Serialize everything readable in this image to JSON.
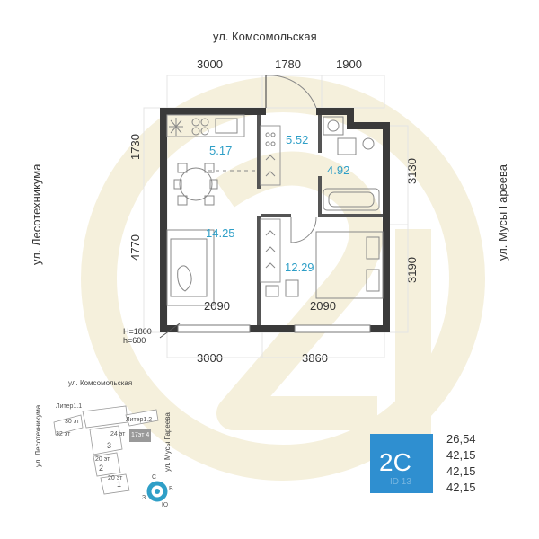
{
  "streets": {
    "top": "ул. Комсомольская",
    "left": "ул. Лесотехникума",
    "right": "ул. Мусы Гареева"
  },
  "dimensions": {
    "top": [
      "3000",
      "1780",
      "1900"
    ],
    "bottom": [
      "3000",
      "3860"
    ],
    "left": [
      "1730",
      "4770"
    ],
    "right": [
      "3130",
      "3190"
    ],
    "inner_bottom": [
      "2090",
      "2090"
    ]
  },
  "rooms": {
    "kitchen": "5.17",
    "hall": "5.52",
    "bathroom": "4.92",
    "living_left": "14.25",
    "living_right": "12.29"
  },
  "height_note": {
    "h1": "H=1800",
    "h2": "h=600"
  },
  "minimap": {
    "street_top": "ул. Комсомольская",
    "street_left": "ул. Лесотехникума",
    "street_right": "ул. Мусы Гареева",
    "liter1": "Литер1.1",
    "liter2": "Литер1.2",
    "floors": [
      "30 эт",
      "32 эт",
      "24 эт",
      "20 эт",
      "20 эт"
    ],
    "highlight": "17эт 4",
    "sections": [
      "3",
      "2",
      "1"
    ],
    "compass": {
      "n": "С",
      "e": "В",
      "s": "Ю",
      "w": "З"
    }
  },
  "apartment": {
    "type": "2С",
    "id_label": "ID 13",
    "areas": [
      "26,54",
      "42,15",
      "42,15",
      "42,15"
    ]
  },
  "colors": {
    "accent": "#2f9fc7",
    "badge": "#2f8fd0",
    "wall": "#3a3a3a",
    "watermark": "#f6f1df"
  }
}
